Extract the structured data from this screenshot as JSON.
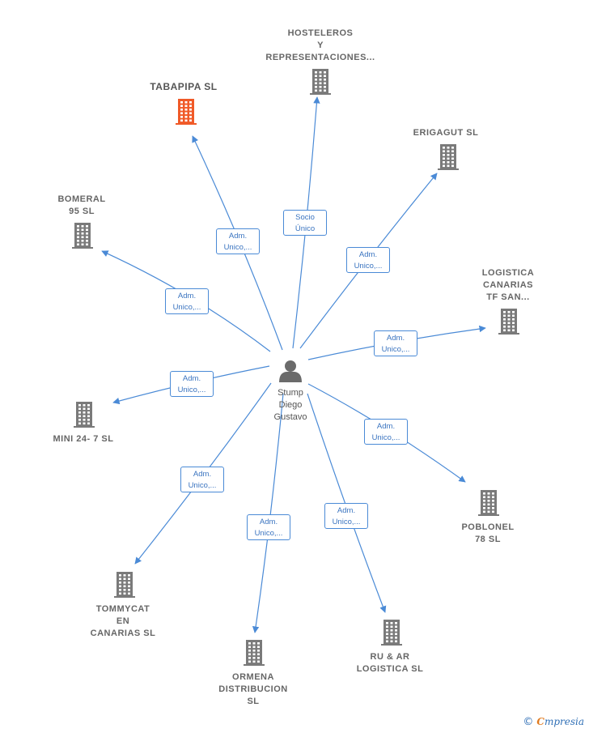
{
  "colors": {
    "edge": "#4a8ad6",
    "building": "#7a7a7a",
    "building_highlight": "#f05a28",
    "person": "#6b6b6b"
  },
  "center": {
    "name": "Stump\nDiego\nGustavo",
    "icon": "person-icon"
  },
  "nodes": [
    {
      "id": "tabapipa",
      "label": "TABAPIPA  SL",
      "highlight": true,
      "relation": "Adm.\nUnico,..."
    },
    {
      "id": "hosteleros",
      "label": "HOSTELEROS\nY\nREPRESENTACIONES...",
      "highlight": false,
      "relation": "Socio\nÚnico"
    },
    {
      "id": "erigagut",
      "label": "ERIGAGUT  SL",
      "highlight": false,
      "relation": "Adm.\nUnico,..."
    },
    {
      "id": "bomeral",
      "label": "BOMERAL\n95  SL",
      "highlight": false,
      "relation": "Adm.\nUnico,..."
    },
    {
      "id": "logistica-canarias",
      "label": "LOGISTICA\nCANARIAS\nTF SAN...",
      "highlight": false,
      "relation": "Adm.\nUnico,..."
    },
    {
      "id": "mini",
      "label": "MINI 24- 7  SL",
      "highlight": false,
      "relation": "Adm.\nUnico,..."
    },
    {
      "id": "poblonel",
      "label": "POBLONEL\n78  SL",
      "highlight": false,
      "relation": "Adm.\nUnico,..."
    },
    {
      "id": "tommycat",
      "label": "TOMMYCAT\nEN\nCANARIAS  SL",
      "highlight": false,
      "relation": "Adm.\nUnico,..."
    },
    {
      "id": "ormena",
      "label": "ORMENA\nDISTRIBUCION\nSL",
      "highlight": false,
      "relation": "Adm.\nUnico,..."
    },
    {
      "id": "ru-ar",
      "label": "RU & AR\nLOGISTICA  SL",
      "highlight": false,
      "relation": "Adm.\nUnico,..."
    }
  ],
  "brand": {
    "copyright": "©",
    "first": "C",
    "rest": "mpresia"
  }
}
